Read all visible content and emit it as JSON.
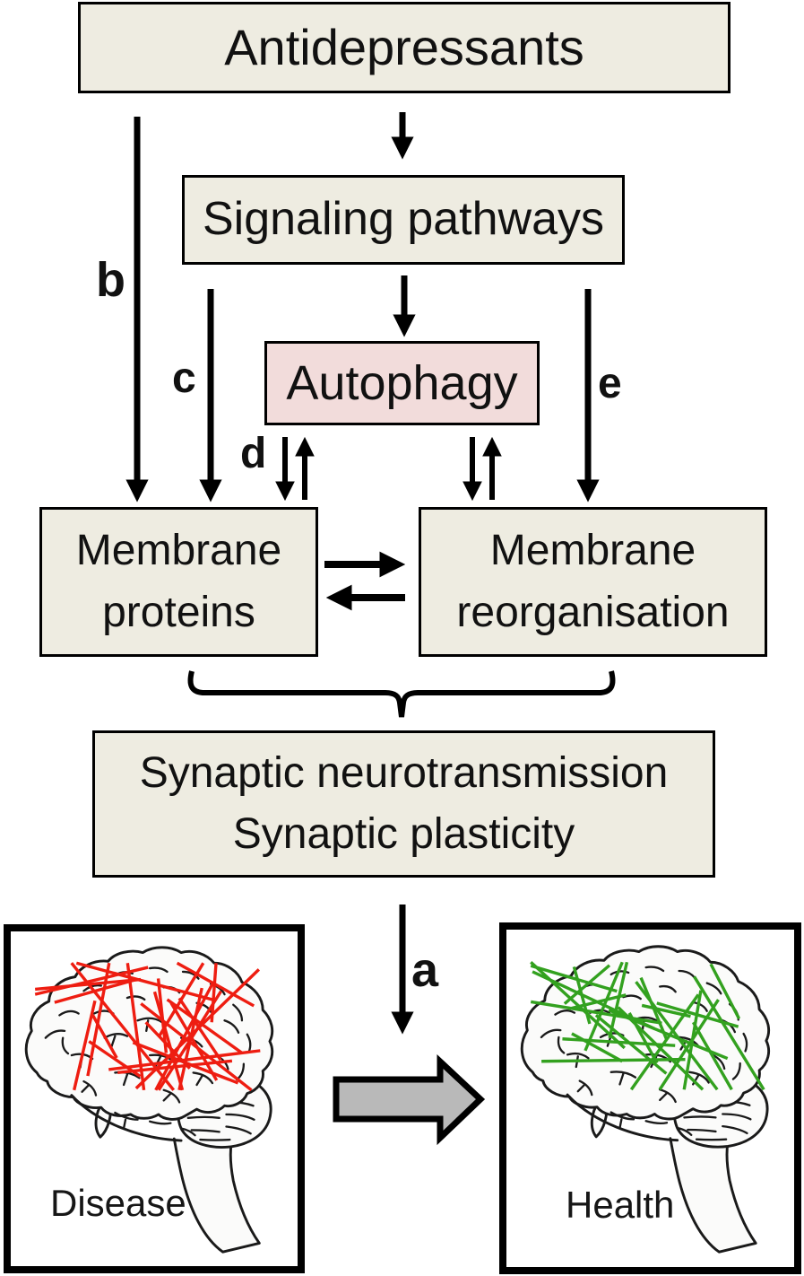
{
  "figure": {
    "nodes": {
      "antidepressants": "Antidepressants",
      "signaling": "Signaling pathways",
      "autophagy": "Autophagy",
      "membrane_proteins_line1": "Membrane",
      "membrane_proteins_line2": "proteins",
      "membrane_reorg_line1": "Membrane",
      "membrane_reorg_line2": "reorganisation",
      "synaptic_line1": "Synaptic neurotransmission",
      "synaptic_line2": "Synaptic plasticity"
    },
    "arrow_labels": {
      "a": "a",
      "b": "b",
      "c": "c",
      "d": "d",
      "e": "e"
    },
    "panels": {
      "disease": {
        "label": "Disease",
        "scribble_color": "#ee1d11",
        "scribble_count": 27
      },
      "health": {
        "label": "Health",
        "scribble_color": "#33a11f",
        "scribble_count": 26
      }
    },
    "colors": {
      "box_fill": "#eeece1",
      "autophagy_fill": "#f2dcdb",
      "outline": "#000000",
      "gray_arrow_fill": "#b9b9b9",
      "text": "#111111"
    }
  }
}
